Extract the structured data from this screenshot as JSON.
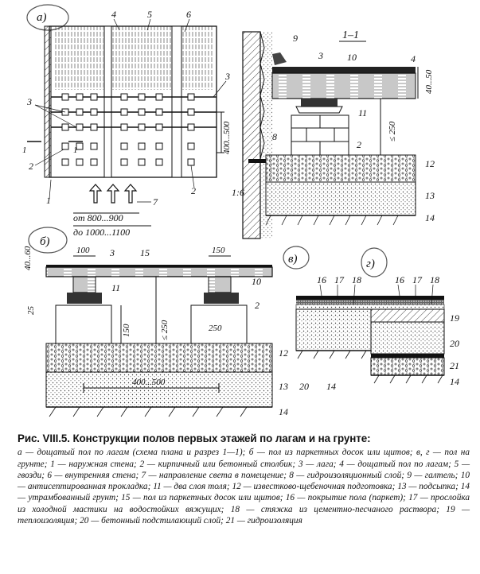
{
  "panels": {
    "a": "а)",
    "b": "б)",
    "v": "в)",
    "g": "г)"
  },
  "section_title": "1–1",
  "section_marks": [
    "1",
    "1"
  ],
  "dims": {
    "a_spacing": "400...500",
    "a_span1": "от 800...900",
    "a_span2": "до 1000...1100",
    "s_layer": "40...50",
    "s_height": "≤ 250",
    "s_slope": "1:6",
    "b_layer": "40...60",
    "b_lag1": "100",
    "b_lag2": "150",
    "b_h25": "25",
    "b_h150": "150",
    "b_height": "≤ 250",
    "b_post": "250",
    "b_spacing": "400...500"
  },
  "callouts": {
    "a": [
      "4",
      "5",
      "6",
      "3",
      "3",
      "1",
      "2",
      "2",
      "7"
    ],
    "s": [
      "9",
      "3",
      "10",
      "4",
      "11",
      "2",
      "8",
      "12",
      "13",
      "14"
    ],
    "b": [
      "3",
      "15",
      "11",
      "10",
      "2",
      "12",
      "13",
      "14"
    ],
    "g": [
      "16",
      "17",
      "18",
      "16",
      "17",
      "18",
      "19",
      "20",
      "21",
      "20",
      "14",
      "14"
    ]
  },
  "caption": {
    "title": "Рис. VIII.5. Конструкции полов первых этажей по лагам и на грунте:",
    "body": "а — дощатый пол по лагам (схема плана и разрез 1—1); б — пол из паркетных досок или щитов; в, г — пол на грунте; 1 — наружная стена; 2 — кирпичный или бетонный столбик; 3 — лага; 4 — дощатый пол по лагам; 5 — гвозди; 6 — внутренняя стена; 7 — направление света в помещение; 8 — гидроизоляционный слой; 9 — галтель; 10 — антисептированная прокладка; 11 — два слоя толя; 12 — известково-щебеночная подготовка; 13 — подсыпка; 14 — утрамбованный грунт; 15 — пол из паркетных досок или щитов; 16 — покрытие пола (паркет); 17 — прослойка из холодной мастики на водостойких вяжущих; 18 — стяжка из цементно-песчаного раствора; 19 — теплоизоляция; 20 — бетонный подстилающий слой; 21 — гидроизоляция"
  }
}
